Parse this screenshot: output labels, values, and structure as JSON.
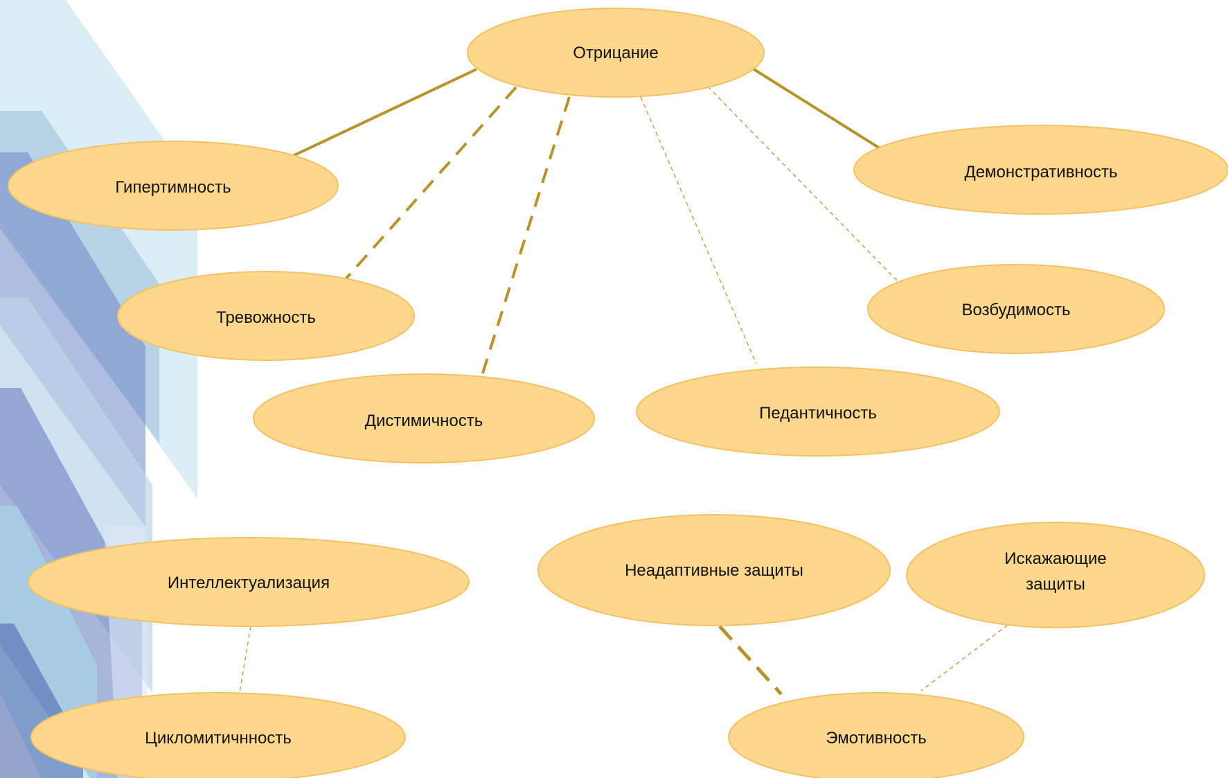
{
  "colors": {
    "node_fill": "#FDD78C",
    "node_stroke": "#F3C266",
    "link": "#B8932A",
    "stripe_light": "#CFE8F2",
    "stripe_mid": "#A9C8DF",
    "stripe_dark": "#6E86C4"
  },
  "nodes": {
    "otritsanie": "Отрицание",
    "gipertimnost": "Гипертимность",
    "demonstrativnost": "Демонстративность",
    "trevozhnost": "Тревожность",
    "vozbudimost": "Возбудимость",
    "distimichnost": "Дистимичность",
    "pedantichnost": "Педантичность",
    "intellektualizatsiya": "Интеллектуализация",
    "tsiklomitichnost": "Цикломитичнность",
    "neadaptivnye": "Неадаптивные защиты",
    "iskazhayushchie_line1": "Искажающие",
    "iskazhayushchie_line2": "защиты",
    "emotivnost": "Эмотивность"
  },
  "links": [
    {
      "from": "otritsanie",
      "to": "gipertimnost",
      "style": "solid"
    },
    {
      "from": "otritsanie",
      "to": "trevozhnost",
      "style": "dashed-thick"
    },
    {
      "from": "otritsanie",
      "to": "distimichnost",
      "style": "dashed-thick"
    },
    {
      "from": "otritsanie",
      "to": "pedantichnost",
      "style": "dashed-thin"
    },
    {
      "from": "otritsanie",
      "to": "vozbudimost",
      "style": "dashed-thin"
    },
    {
      "from": "otritsanie",
      "to": "demonstrativnost",
      "style": "solid"
    },
    {
      "from": "intellektualizatsiya",
      "to": "tsiklomitichnost",
      "style": "dashed-thin"
    },
    {
      "from": "neadaptivnye",
      "to": "emotivnost",
      "style": "dashed-thick"
    },
    {
      "from": "iskazhayushchie",
      "to": "emotivnost",
      "style": "dashed-thin"
    }
  ]
}
